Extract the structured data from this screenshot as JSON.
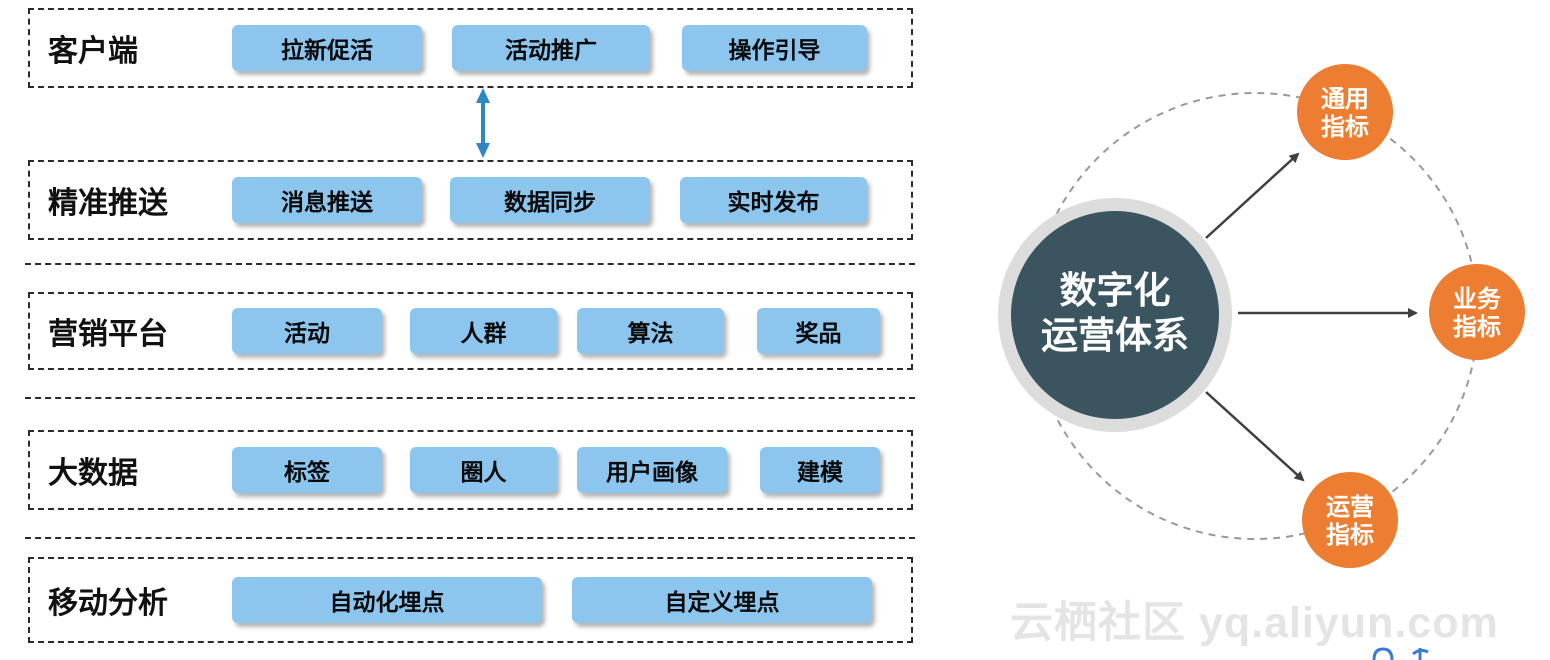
{
  "stack": {
    "rows": [
      {
        "label": "客户端",
        "buttons": [
          "拉新促活",
          "活动推广",
          "操作引导"
        ]
      },
      {
        "label": "精准推送",
        "buttons": [
          "消息推送",
          "数据同步",
          "实时发布"
        ]
      },
      {
        "label": "营销平台",
        "buttons": [
          "活动",
          "人群",
          "算法",
          "奖品"
        ]
      },
      {
        "label": "大数据",
        "buttons": [
          "标签",
          "圈人",
          "用户画像",
          "建模"
        ]
      },
      {
        "label": "移动分析",
        "buttons": [
          "自动化埋点",
          "自定义埋点"
        ]
      }
    ]
  },
  "hub": {
    "center": {
      "line1": "数字化",
      "line2": "运营体系"
    },
    "nodes": [
      {
        "line1": "通用",
        "line2": "指标"
      },
      {
        "line1": "业务",
        "line2": "指标"
      },
      {
        "line1": "运营",
        "line2": "指标"
      }
    ]
  },
  "watermark": {
    "text": "云栖社区 yq.aliyun.com"
  },
  "colors": {
    "button_blue": "#8CC6EF",
    "center_circle": "#3A5560",
    "node_orange": "#ED7D31",
    "arrow_blue": "#2E86C5"
  }
}
